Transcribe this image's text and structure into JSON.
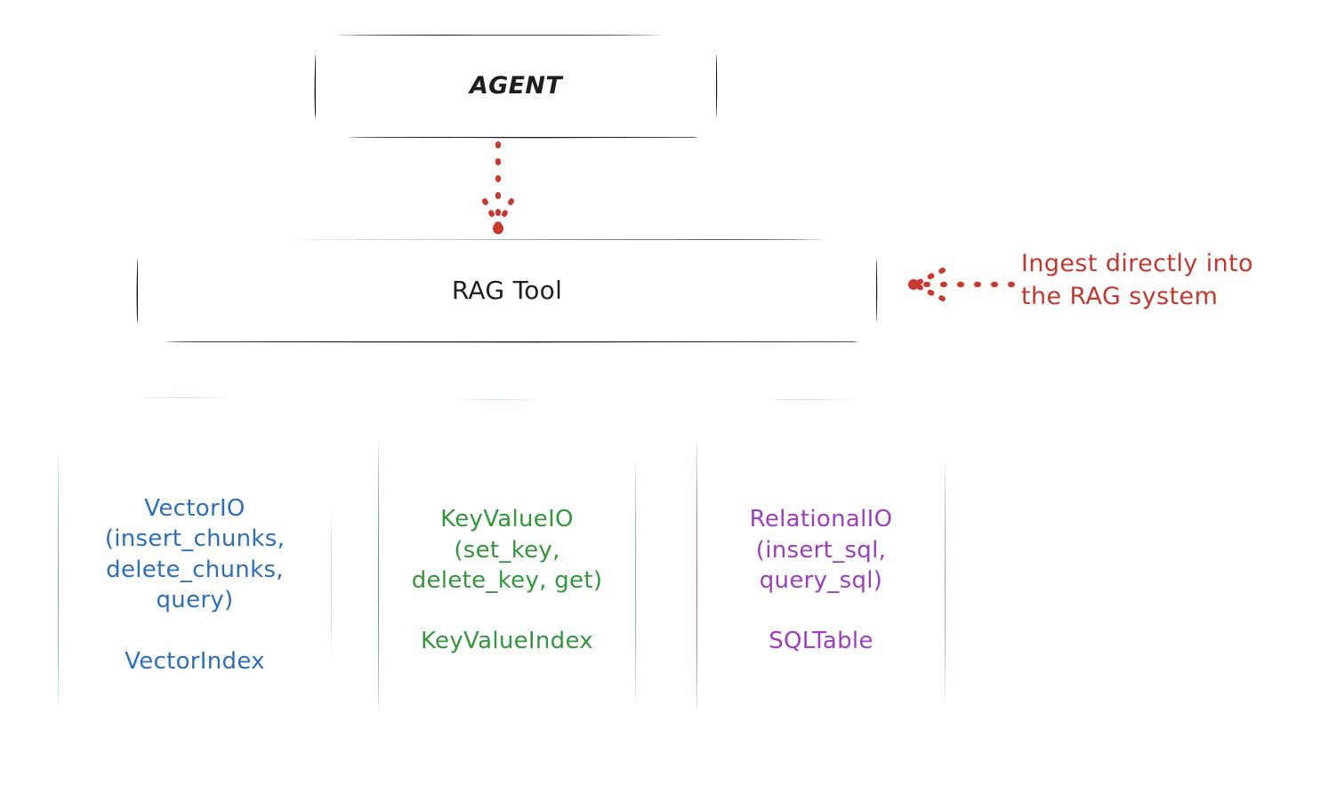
{
  "diagram": {
    "title_node": "AGENT",
    "tool_node": "RAG Tool",
    "annotation": "Ingest directly into\nthe RAG system",
    "providers": [
      {
        "id": "vector",
        "api": "VectorIO",
        "methods": "(insert_chunks,\ndelete_chunks,\nquery)",
        "index": "VectorIndex",
        "text": "VectorIO\n(insert_chunks,\ndelete_chunks,\nquery)\n\nVectorIndex",
        "color": "#2f6fb5"
      },
      {
        "id": "keyvalue",
        "api": "KeyValueIO",
        "methods": "(set_key,\ndelete_key, get)",
        "index": "KeyValueIndex",
        "text": "KeyValueIO\n(set_key,\ndelete_key, get)\n\nKeyValueIndex",
        "color": "#35953f"
      },
      {
        "id": "relational",
        "api": "RelationalIO",
        "methods": "(insert_sql,\nquery_sql)",
        "index": "SQLTable",
        "text": "RelationalIO\n(insert_sql,\nquery_sql)\n\nSQLTable",
        "color": "#9c3fbd"
      }
    ],
    "colors": {
      "stroke_black": "#1e1e1e",
      "red": "#c9392e",
      "blue": "#2f6fb5",
      "green": "#35953f",
      "purple": "#9c3fbd",
      "background": "#ffffff"
    },
    "connectors": [
      {
        "name": "agent-to-ragtool",
        "style": "dotted",
        "color": "#c9392e",
        "direction": "down"
      },
      {
        "name": "ingest-into-ragtool",
        "style": "dotted",
        "color": "#c9392e",
        "direction": "left"
      }
    ]
  }
}
